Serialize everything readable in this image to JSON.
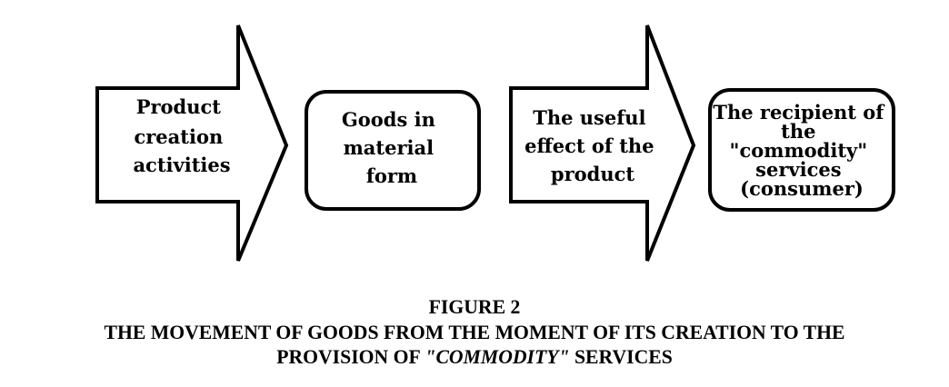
{
  "diagram": {
    "nodes": [
      {
        "id": "n1",
        "shape": "arrow",
        "lines": [
          "Product",
          "creation",
          "activities"
        ]
      },
      {
        "id": "n2",
        "shape": "rounded-rect",
        "lines": [
          "Goods in",
          "material",
          "form"
        ]
      },
      {
        "id": "n3",
        "shape": "arrow",
        "lines": [
          "The useful",
          "effect of the",
          "product"
        ]
      },
      {
        "id": "n4",
        "shape": "rounded-rect",
        "lines": [
          "The recipient of",
          "the",
          "\"commodity\"",
          "services",
          "(consumer)"
        ]
      }
    ]
  },
  "caption": {
    "label": "FIGURE 2",
    "line1": "THE MOVEMENT OF GOODS FROM THE MOMENT OF ITS CREATION TO THE",
    "line2_pre": "PROVISION OF ",
    "line2_italic": "\"COMMODITY\"",
    "line2_post": " SERVICES"
  },
  "colors": {
    "stroke": "#000000",
    "fill": "#ffffff",
    "text": "#000000"
  }
}
